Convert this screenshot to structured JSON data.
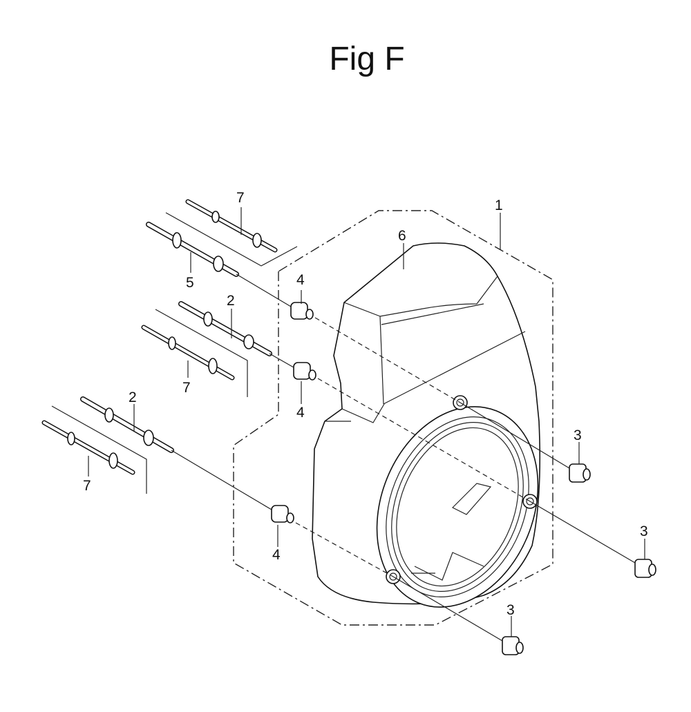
{
  "title": "Fig F",
  "callouts": {
    "c1": "1",
    "c2a": "2",
    "c2b": "2",
    "c3a": "3",
    "c3b": "3",
    "c3c": "3",
    "c4a": "4",
    "c4b": "4",
    "c4c": "4",
    "c5": "5",
    "c6": "6",
    "c7a": "7",
    "c7b": "7",
    "c7c": "7"
  },
  "colors": {
    "ink": "#111111",
    "paper": "#ffffff"
  }
}
